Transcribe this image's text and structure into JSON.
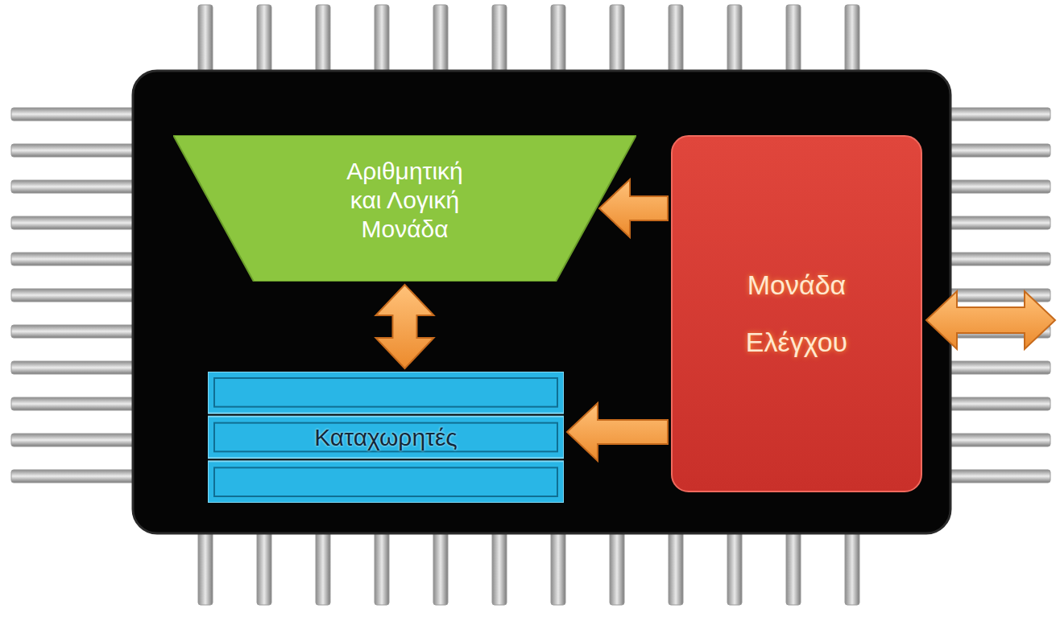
{
  "diagram": {
    "nodes": [
      {
        "text": [
          "Αριθμητική και Λογική Μονάδα"
        ]
      },
      {
        "text": [
          "Μονάδα Ελέγχου"
        ]
      },
      {
        "text": [
          "Καταχωρητές"
        ]
      }
    ],
    "edges": [
      {
        "from": 1,
        "to": 0,
        "arrow": "to"
      },
      {
        "from": 0,
        "to": 2,
        "arrow": "both"
      },
      {
        "from": 1,
        "to": 2,
        "arrow": "to"
      }
    ]
  }
}
